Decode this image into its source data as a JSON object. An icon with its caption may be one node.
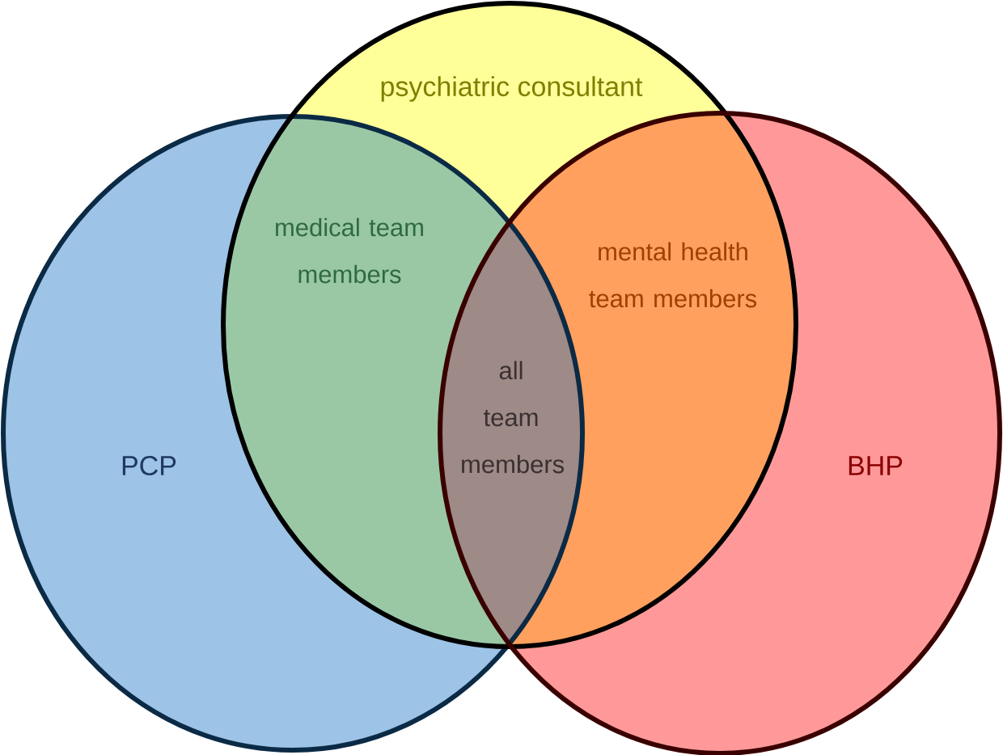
{
  "diagram": {
    "nodes": [
      {
        "text": [
          "PCP"
        ]
      },
      {
        "text": [
          "psychiatric consultant"
        ]
      },
      {
        "text": [
          "BHP"
        ]
      }
    ],
    "labels": [
      "medical team members",
      "mental health team members",
      "all team members"
    ]
  }
}
